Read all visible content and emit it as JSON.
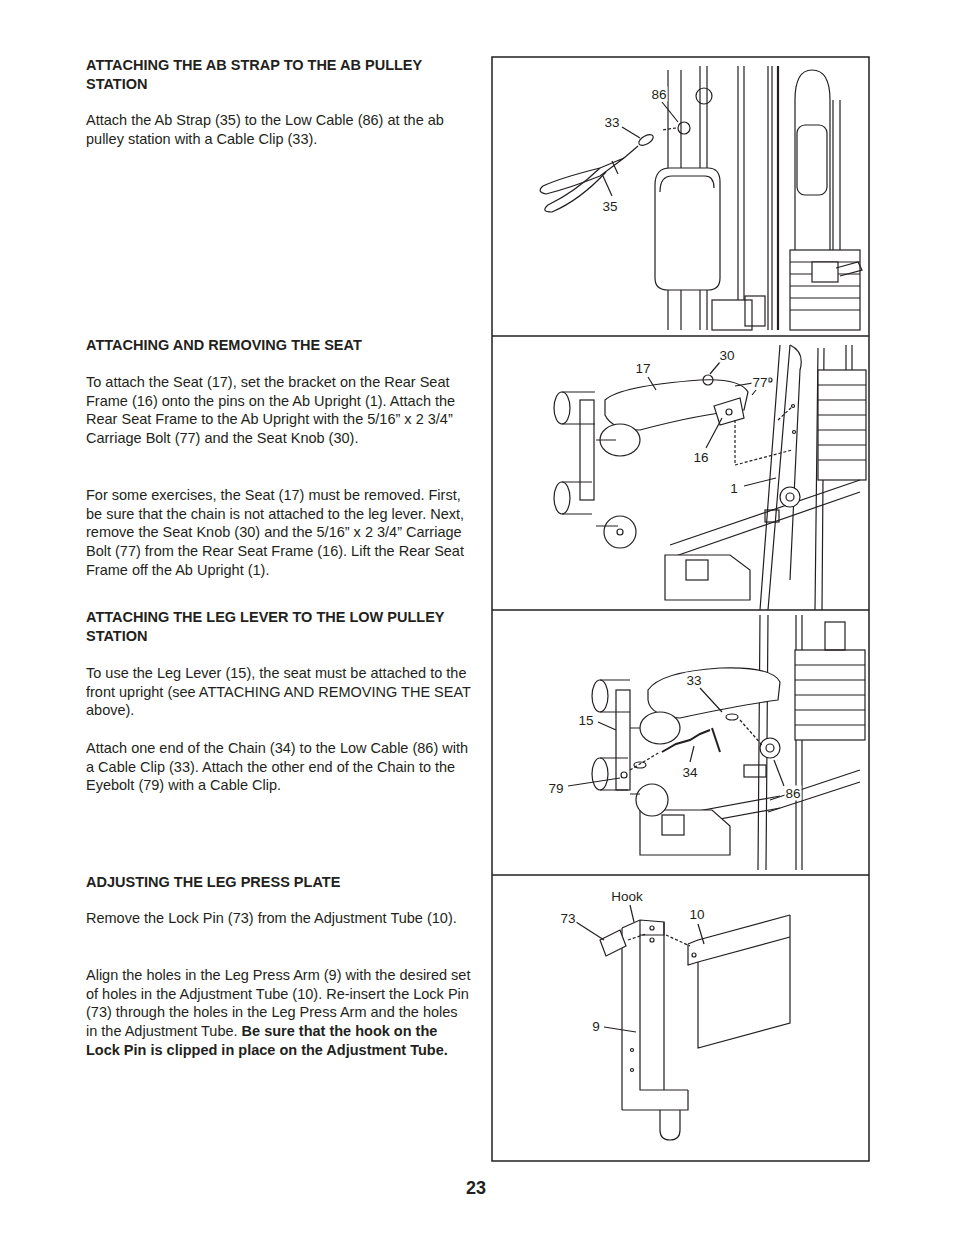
{
  "diagram": {
    "labels": [
      "ATTACHING THE AB STRAP TO THE AB PULLEY STATION",
      "Attach the Ab Strap (35) to the Low Cable (86) at the ab pulley station with a Cable Clip (33).",
      "ATTACHING AND REMOVING THE SEAT",
      "To attach the Seat (17), set the bracket on the Rear Seat Frame (16) onto the pins on the Ab Upright (1). Attach the Rear Seat Frame to the Ab Upright with the 5/16” x 2 3/4” Carriage Bolt (77) and the Seat Knob (30).",
      "For some exercises, the Seat (17) must be removed. First, be sure that the chain is not attached to the leg lever. Next, remove the Seat Knob (30) and the 5/16” x 2 3/4” Carriage Bolt (77) from the Rear Seat Frame (16). Lift the Rear Seat Frame off the Ab Upright (1).",
      "ATTACHING THE LEG LEVER TO THE LOW PULLEY STATION",
      "To use the Leg Lever (15), the seat must be attached to the front upright (see ATTACHING AND REMOVING THE SEAT above).",
      "Attach one end of the Chain (34) to the Low Cable (86) with a Cable Clip (33). Attach the other end of the Chain to the Eyebolt (79) with a Cable Clip.",
      "ADJUSTING THE LEG PRESS PLATE",
      "Remove the Lock Pin (73) from the Adjustment Tube (10).",
      "Align the holes in the Leg Press Arm (9) with the desired set of holes in the Adjustment Tube (10). Re-insert the Lock Pin (73) through the holes in the Leg Press Arm and the holes in the Adjustment Tube.",
      "Be sure that the hook on the Lock Pin is clipped in place on the Adjustment Tube.",
      "86",
      "33",
      "35",
      "17",
      "30",
      "77",
      "16",
      "1",
      "33",
      "15",
      "79",
      "34",
      "86",
      "Hook",
      "73",
      "10",
      "9",
      "23"
    ]
  }
}
